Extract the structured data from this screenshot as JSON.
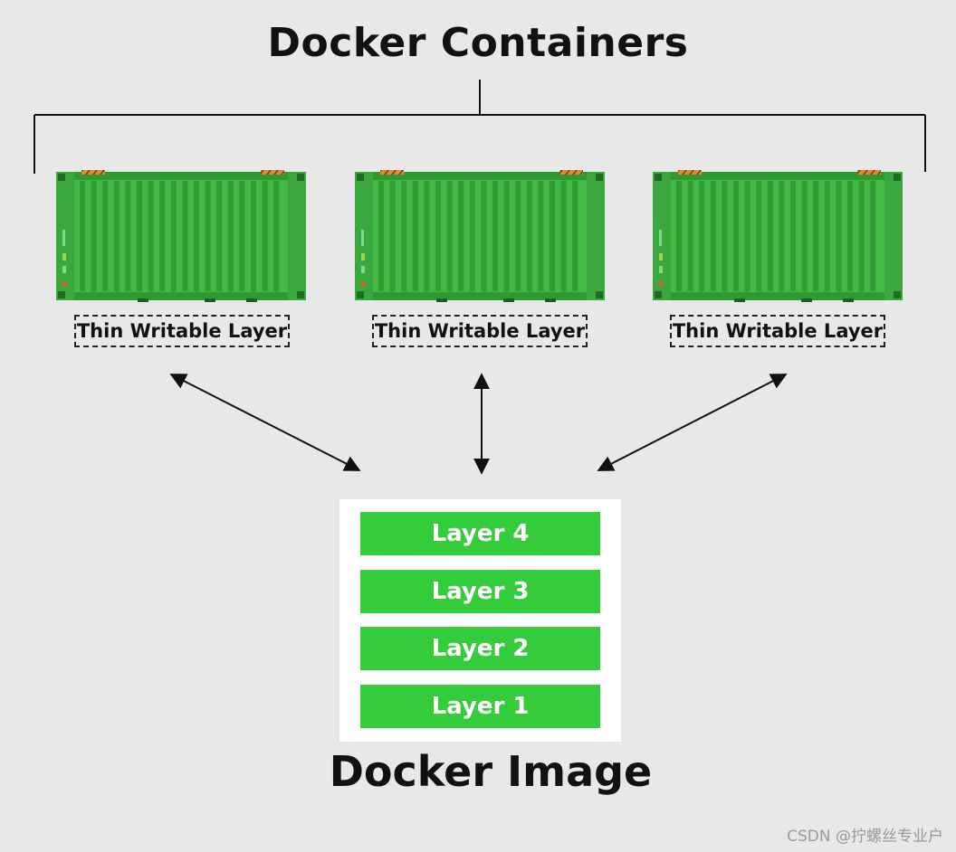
{
  "title": "Docker Containers",
  "containers": [
    {
      "label": "Thin Writable Layer"
    },
    {
      "label": "Thin Writable Layer"
    },
    {
      "label": "Thin Writable Layer"
    }
  ],
  "image": {
    "title": "Docker Image",
    "layers": [
      "Layer 4",
      "Layer 3",
      "Layer 2",
      "Layer 1"
    ]
  },
  "watermark": "CSDN @拧螺丝专业户",
  "colors": {
    "background": "#e8e8e8",
    "container_green": "#43b946",
    "layer_green": "#34cc3a",
    "line": "#111111"
  }
}
